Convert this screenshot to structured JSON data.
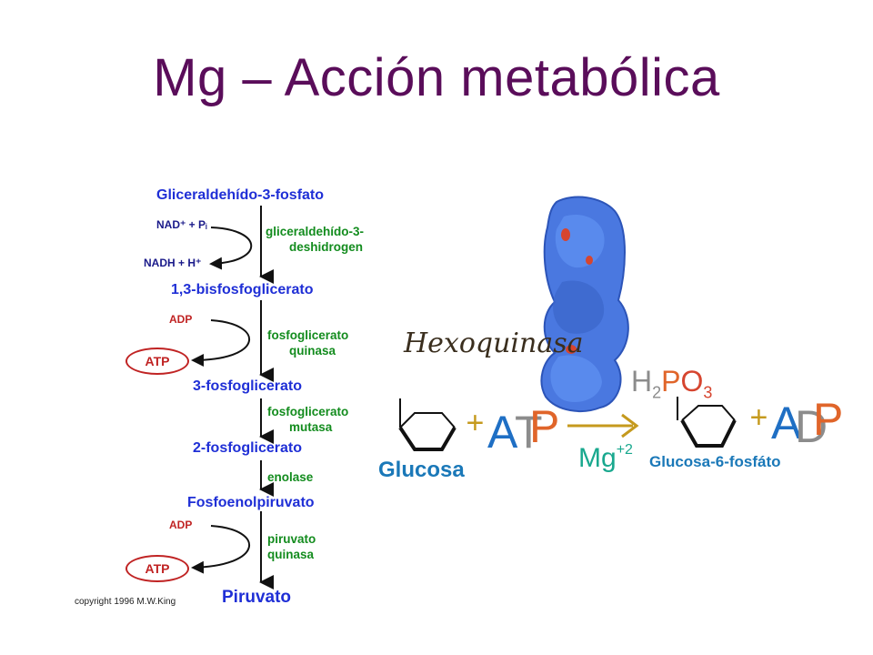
{
  "title": "Mg – Acción metabólica",
  "pathway": {
    "nodes": [
      "Gliceraldehído-3-fosfato",
      "1,3-bisfosfoglicerato",
      "3-fosfoglicerato",
      "2-fosfoglicerato",
      "Fosfoenolpiruvato",
      "Piruvato"
    ],
    "enzymes": [
      {
        "line1": "gliceraldehído-3-",
        "line2": "deshidrogen"
      },
      {
        "line1": "fosfoglicerato",
        "line2": "quinasa"
      },
      {
        "line1": "fosfoglicerato",
        "line2": "mutasa"
      },
      {
        "line1": "enolase",
        "line2": ""
      },
      {
        "line1": "piruvato",
        "line2": "quinasa"
      }
    ],
    "nad": "NAD⁺ + Pᵢ",
    "nadh": "NADH + H⁺",
    "adp1": "ADP",
    "atp1": "ATP",
    "adp2": "ADP",
    "atp2": "ATP",
    "copyright": "copyright 1996 M.W.King"
  },
  "reaction": {
    "enzyme_label": "Hexoquinasa",
    "substrate": "Glucosa",
    "product": "Glucosa-6-fosfáto",
    "plus": "+",
    "atp_letters": [
      "A",
      "T",
      "P"
    ],
    "adp_letters": [
      "A",
      "D",
      "P"
    ],
    "cofactor": "Mg",
    "cofactor_charge": "+2",
    "phosphate": {
      "h": "H",
      "h_sub": "2",
      "p": "P",
      "o": "O",
      "o_sub": "3"
    }
  },
  "colors": {
    "title": "#5a0d5a",
    "node": "#1f2fd6",
    "enzyme": "#138c1e",
    "atp_red": "#c02323",
    "gold": "#c59a1e",
    "teal": "#19a88e",
    "protein": "#4a78e0"
  }
}
